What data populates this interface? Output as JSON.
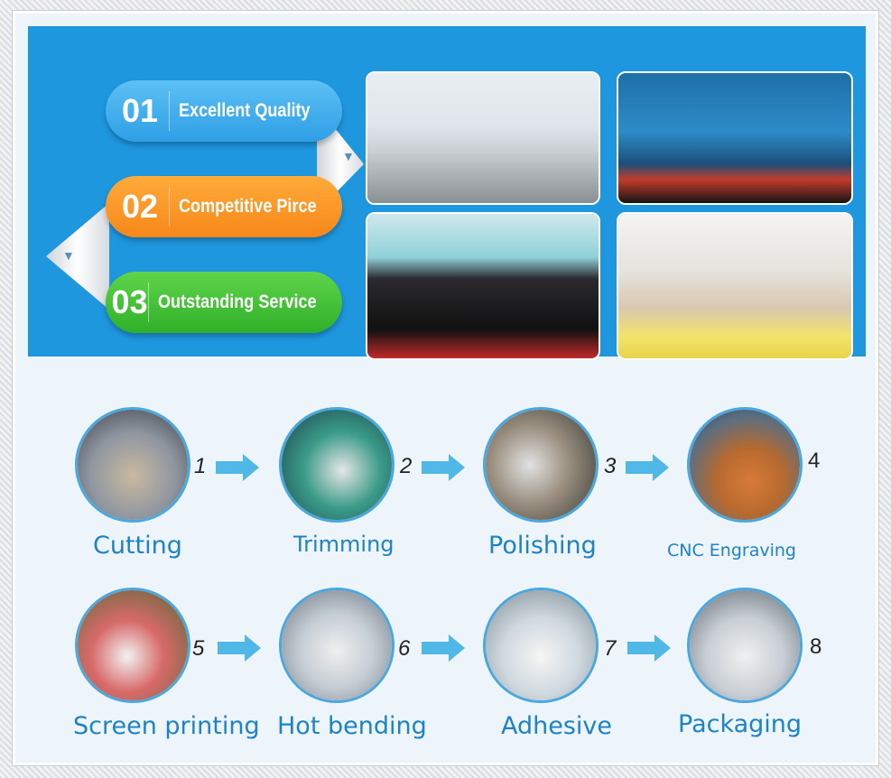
{
  "features": [
    {
      "number": "01",
      "text": "Excellent Quality",
      "color": "#3fa9ec"
    },
    {
      "number": "02",
      "text": "Competitive Pirce",
      "color": "#f7941d"
    },
    {
      "number": "03",
      "text": "Outstanding Service",
      "color": "#3cbf33"
    }
  ],
  "process": [
    {
      "number": "1",
      "label": "Cutting"
    },
    {
      "number": "2",
      "label": "Trimming"
    },
    {
      "number": "3",
      "label": "Polishing"
    },
    {
      "number": "4",
      "label": "CNC Engraving"
    },
    {
      "number": "5",
      "label": "Screen printing"
    },
    {
      "number": "6",
      "label": "Hot bending"
    },
    {
      "number": "7",
      "label": "Adhesive"
    },
    {
      "number": "8",
      "label": "Packaging"
    }
  ],
  "colors": {
    "band": "#1f97df",
    "label": "#1e82c7",
    "arrow": "#4fb8e6"
  }
}
